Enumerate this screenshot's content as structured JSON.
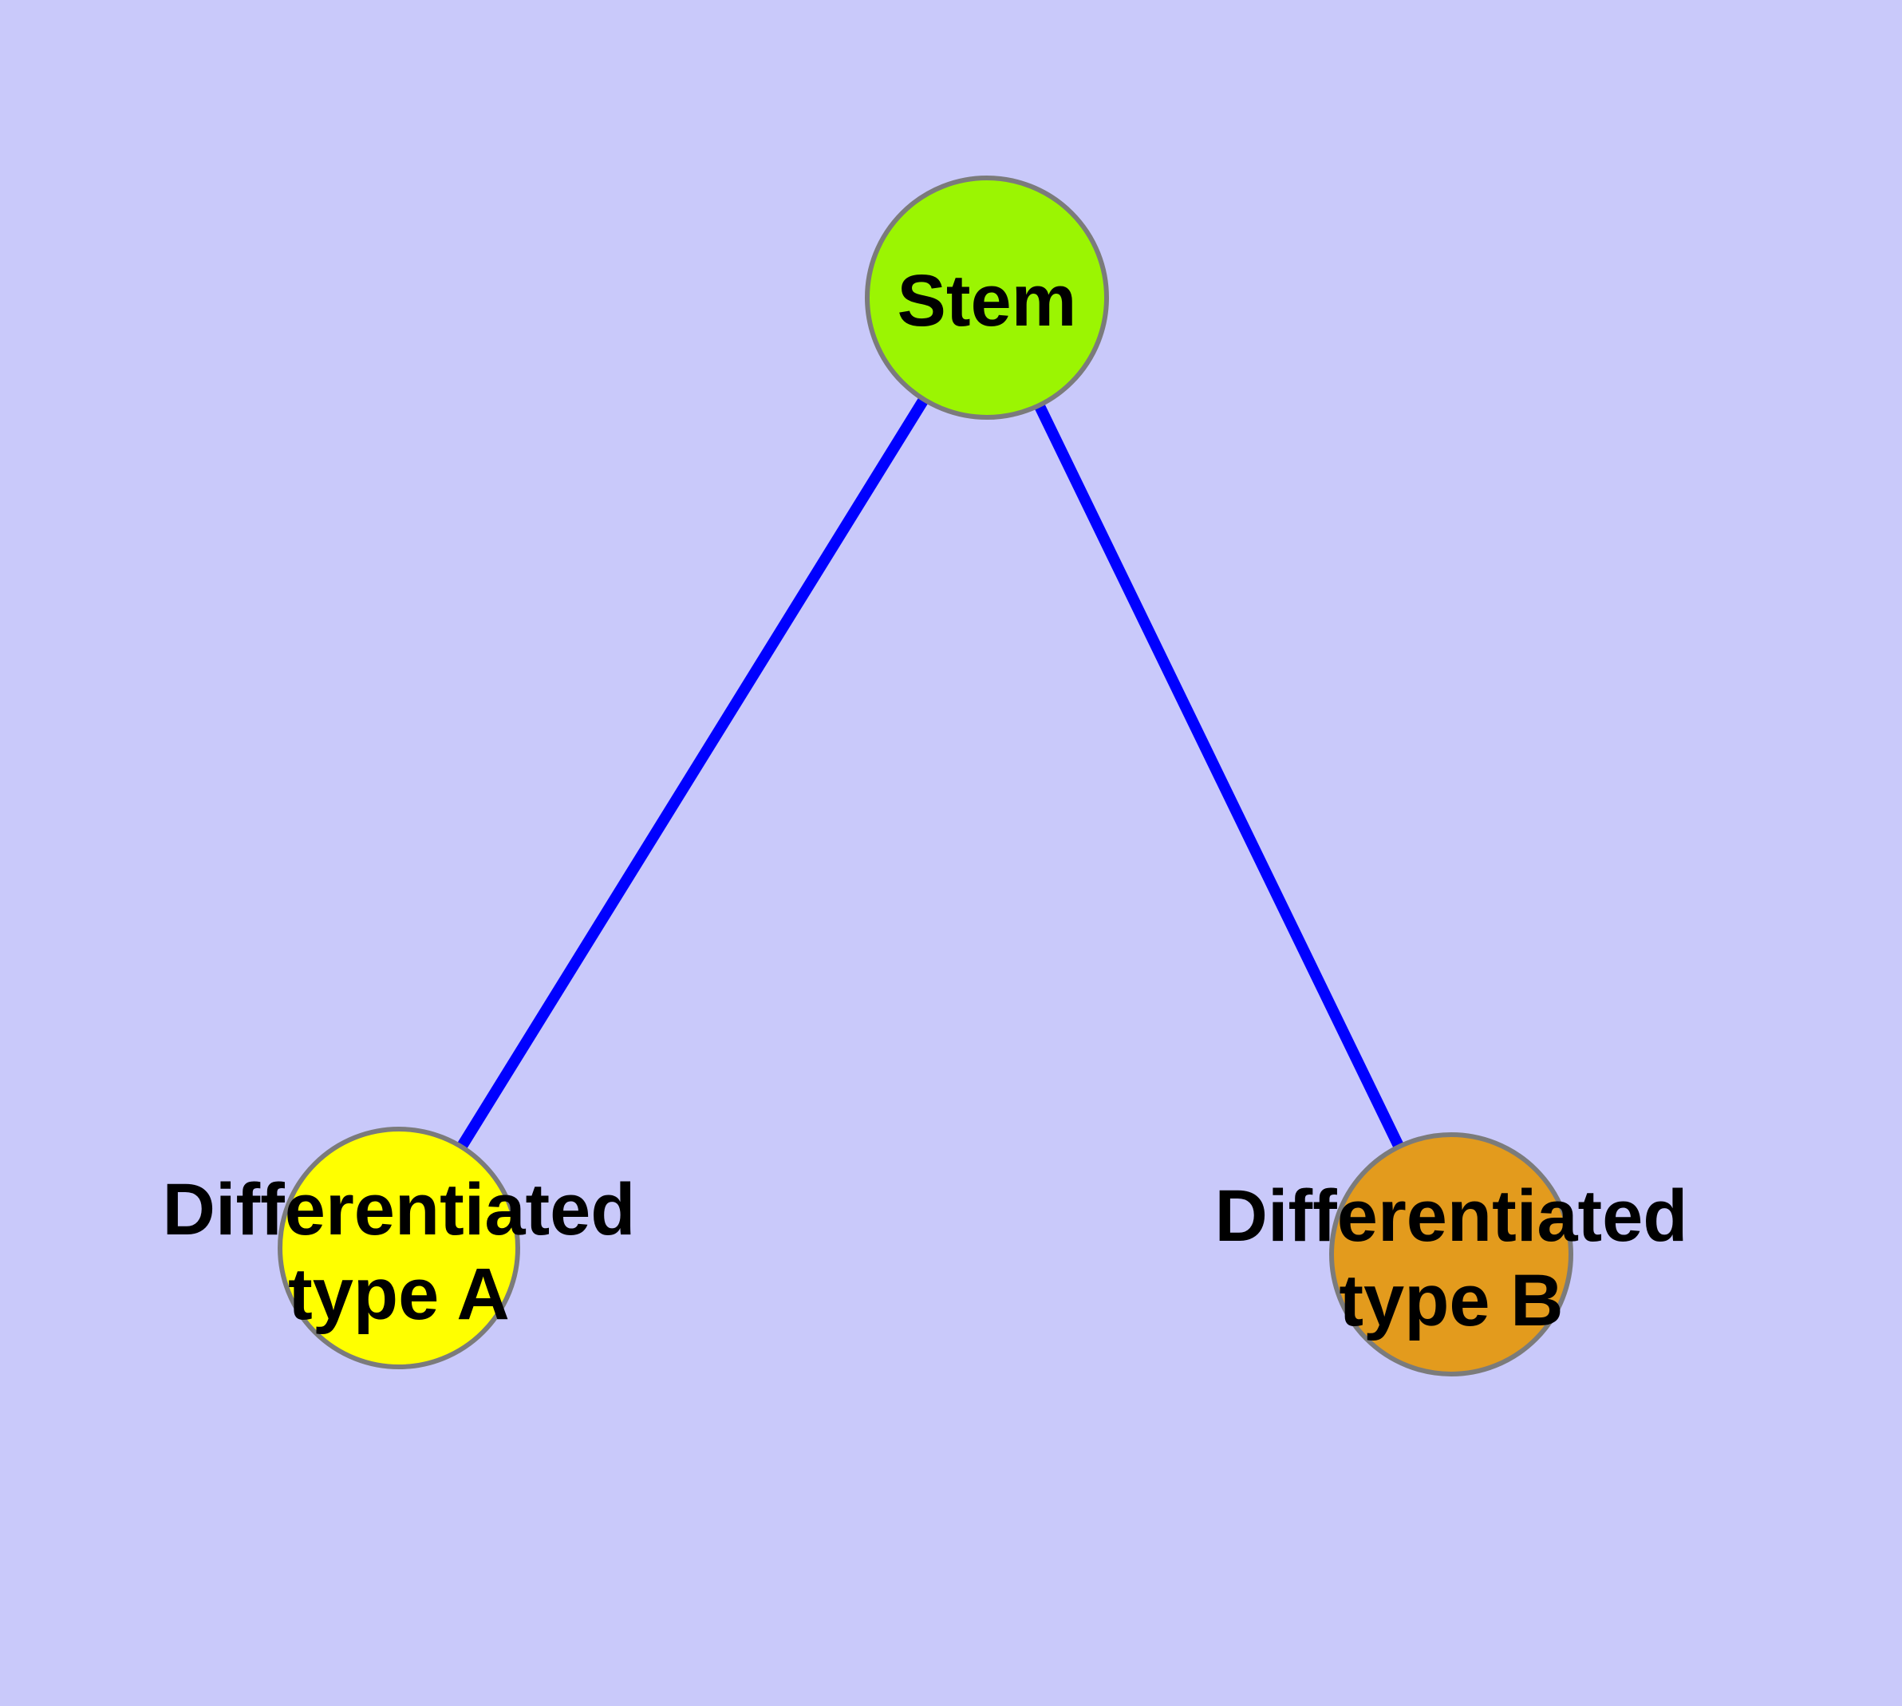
{
  "colors": {
    "background": "#C9C9FA",
    "edge": "#0000FF",
    "node_border": "#7B7B7B",
    "label_text": "#000000"
  },
  "nodes": {
    "stem": {
      "label": "Stem",
      "fill": "#9BF502"
    },
    "type_a": {
      "label_line1": "Differentiated",
      "label_line2": "type A",
      "fill": "#FFFF00"
    },
    "type_b": {
      "label_line1": "Differentiated",
      "label_line2": "type B",
      "fill": "#E39B1D"
    }
  },
  "edges": [
    {
      "from": "Stem",
      "to": "Differentiated type A"
    },
    {
      "from": "Stem",
      "to": "Differentiated type B"
    }
  ]
}
